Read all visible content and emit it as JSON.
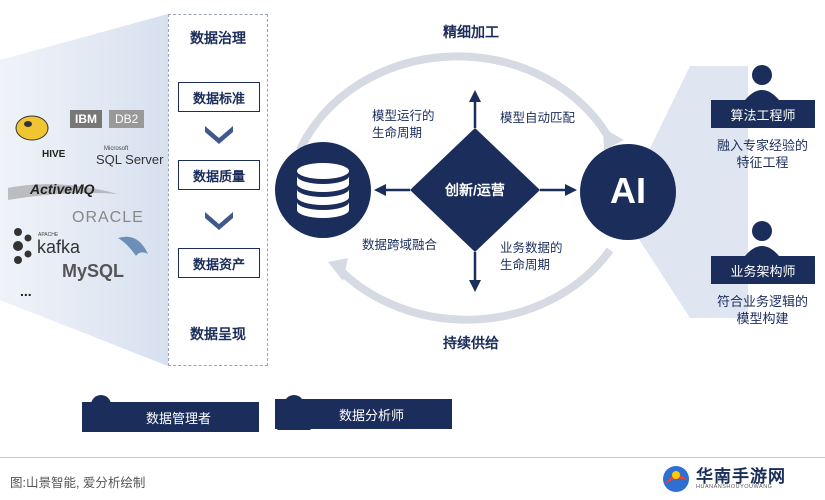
{
  "sources": {
    "ibm": "IBM",
    "db2": "DB2",
    "hive": "HIVE",
    "microsoft": "Microsoft",
    "sqlserver": "SQL Server",
    "activemq": "ActiveMQ",
    "oracle": "ORACLE",
    "apache": "APACHE",
    "kafka": "kafka",
    "mysql": "MySQL",
    "ellipsis": "..."
  },
  "governance": {
    "title": "数据治理",
    "steps": [
      "数据标准",
      "数据质量",
      "数据资产"
    ],
    "footer": "数据呈现"
  },
  "cycle": {
    "top": "精细加工",
    "bottom": "持续供给",
    "center": "创新/运营",
    "tl": [
      "模型运行的",
      "生命周期"
    ],
    "tr": "模型自动匹配",
    "bl": "数据跨域融合",
    "br": [
      "业务数据的",
      "生命周期"
    ],
    "ai_label": "AI"
  },
  "roles": [
    {
      "title": "算法工程师",
      "desc": [
        "融入专家经验的",
        "特征工程"
      ]
    },
    {
      "title": "业务架构师",
      "desc": [
        "符合业务逻辑的",
        "模型构建"
      ]
    }
  ],
  "bottom_roles": [
    "数据管理者",
    "数据分析师"
  ],
  "caption": "图:山景智能, 爱分析绘制",
  "watermark": {
    "name": "华南手游网",
    "sub": "HUANANSHOUYOUWANG"
  },
  "colors": {
    "navy": "#1b2d5b",
    "light_blue": "#d4ddec",
    "arc": "#d9dde4"
  }
}
